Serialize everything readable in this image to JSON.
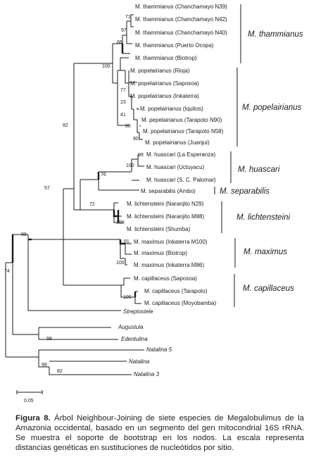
{
  "leaves": [
    "M. thammianus (Chanchamayo N39)",
    "M. thammianus (Chanchamayo N42)",
    "M. thammianus (Chanchamayo N40)",
    "M. thammianus (Puerto Ocopa)",
    "M. thammianus (Biotrop)",
    "M. popelairianus (Rioja)",
    "M. popelairianus (Saposoa)",
    "M. popelairianus (Inkaterra)",
    "M. popelairianus (Iquitos)",
    "M. pepelairianus (Tarapoto N90)",
    "M. popelairianus (Tarapoto N58)",
    "M. popelairianus (Juanjui)",
    "M. huascari (La Esperanza)",
    "M. huascari (Uctuyacu)",
    "M. huascari (S. C. Palomar)",
    "M. separabilis (Ambo)",
    "M. lichtensteini (Naranjito N29)",
    "M. lichtensteini (Naranjito M88)",
    "M. lichtensteini (Shumba)",
    "M. maximus (Inkaterra M100)",
    "M. maximus (Biotrop)",
    "M. maximus (Inkaterra M86)",
    "M. capillaceus (Saposoa)",
    "M. capillaceus (Tarapoto)",
    "M. capillaceus (Moyobamba)",
    "Streptostele",
    "Augustula",
    "Edentulina",
    "Natalina 5",
    "Natalina",
    "Natalina 3"
  ],
  "support": [
    "71",
    "97",
    "66",
    "100",
    "77",
    "23",
    "41",
    "86",
    "90",
    "82",
    "99",
    "100",
    "76",
    "72",
    "100",
    "57",
    "99",
    "91",
    "100",
    "100",
    "74",
    "98",
    "99",
    "82"
  ],
  "clades": [
    "M. thammianus",
    "M. popelairianus",
    "M. huascari",
    "M. separabilis",
    "M. lichtensteini",
    "M. maximus",
    "M. capillaceus"
  ],
  "scale_label": "0.05",
  "caption": {
    "label": "Figura 8.",
    "text": "Árbol Neighbour-Joining de siete especies de Megalobulimus de la Amazonia occidental, basado en un segmento del gen mitocondrial 16S rRNA. Se muestra el soporte de bootstrap en los nodos. La escala representa distancias genéticas en sustituciones de nucleótidos por sitio."
  }
}
